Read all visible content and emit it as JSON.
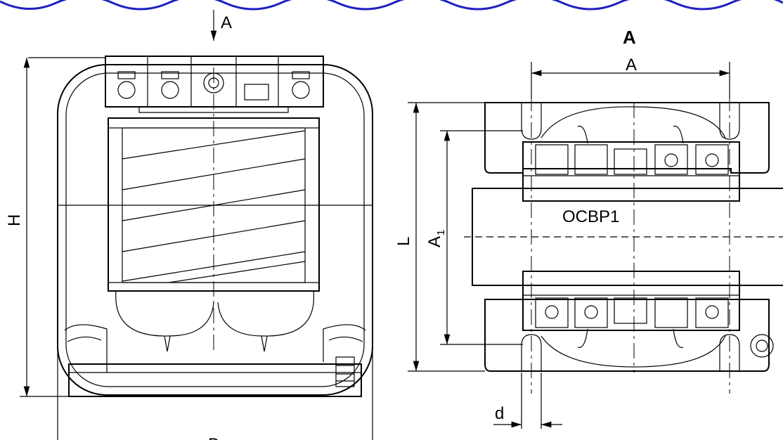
{
  "labels": {
    "view_arrow": "A",
    "view_title": "A",
    "dim_height": "H",
    "dim_width": "B",
    "dim_a": "A",
    "dim_l": "L",
    "dim_a1_main": "A",
    "dim_a1_sub": "1",
    "dim_d": "d",
    "model": "ОСВР1"
  },
  "colors": {
    "banner": "#2020c0",
    "line": "#000000"
  }
}
